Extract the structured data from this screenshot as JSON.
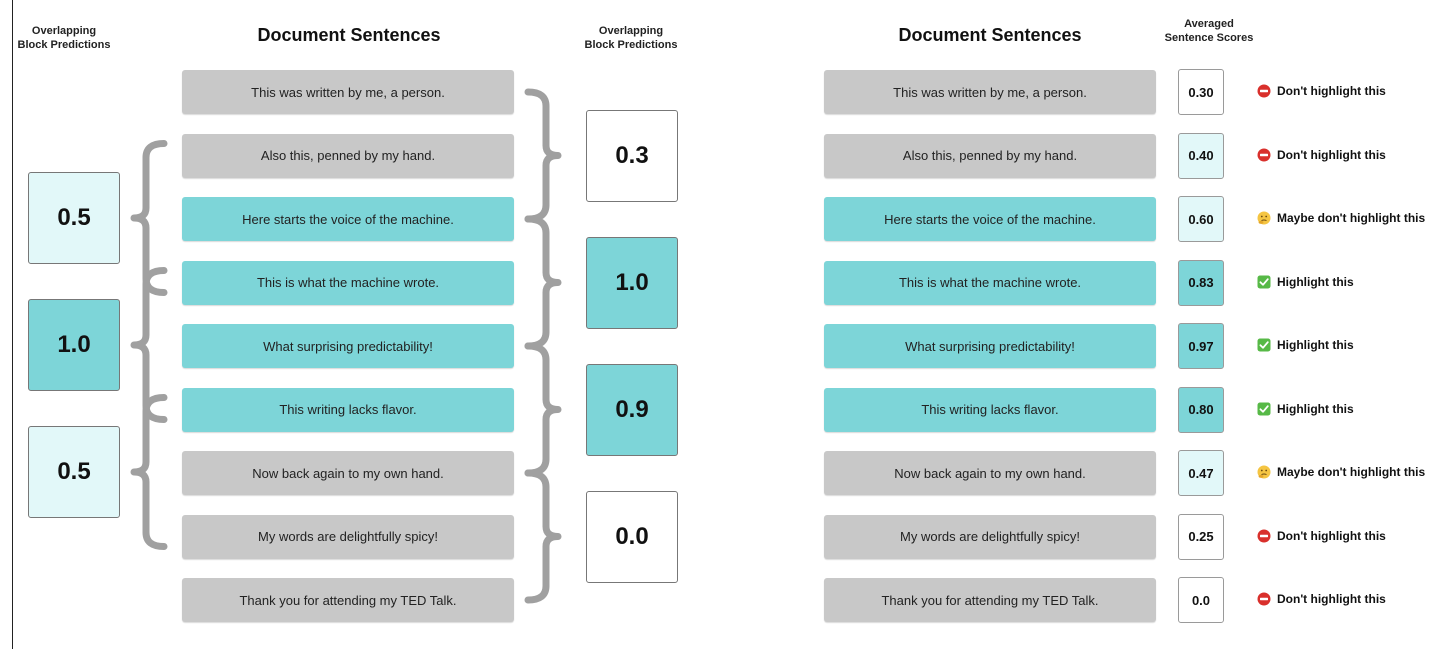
{
  "left_panel": {
    "left_block_header": "Overlapping\nBlock Predictions",
    "sentences_header": "Document Sentences",
    "right_block_header": "Overlapping\nBlock Predictions",
    "sentences": [
      {
        "text": "This was written by me, a person.",
        "kind": "gray"
      },
      {
        "text": "Also this, penned by my hand.",
        "kind": "gray"
      },
      {
        "text": "Here starts the voice of the machine.",
        "kind": "teal"
      },
      {
        "text": "This is what the machine wrote.",
        "kind": "teal"
      },
      {
        "text": "What surprising predictability!",
        "kind": "teal"
      },
      {
        "text": "This writing lacks flavor.",
        "kind": "teal"
      },
      {
        "text": "Now back again to my own hand.",
        "kind": "gray"
      },
      {
        "text": "My words are delightfully spicy!",
        "kind": "gray"
      },
      {
        "text": "Thank you for attending my TED Talk.",
        "kind": "gray"
      }
    ],
    "left_blocks": [
      {
        "value": "0.5",
        "fill": "#e2f8f9",
        "first_sentence": 1,
        "last_sentence": 3
      },
      {
        "value": "1.0",
        "fill": "#7dd5d8",
        "first_sentence": 3,
        "last_sentence": 5
      },
      {
        "value": "0.5",
        "fill": "#e2f8f9",
        "first_sentence": 5,
        "last_sentence": 7
      }
    ],
    "right_blocks": [
      {
        "value": "0.3",
        "fill": "#ffffff",
        "first_sentence": 0,
        "last_sentence": 2
      },
      {
        "value": "1.0",
        "fill": "#7dd5d8",
        "first_sentence": 2,
        "last_sentence": 4
      },
      {
        "value": "0.9",
        "fill": "#7dd5d8",
        "first_sentence": 4,
        "last_sentence": 6
      },
      {
        "value": "0.0",
        "fill": "#ffffff",
        "first_sentence": 6,
        "last_sentence": 8
      }
    ]
  },
  "right_panel": {
    "sentences_header": "Document Sentences",
    "scores_header": "Averaged\nSentence Scores",
    "rows": [
      {
        "text": "This was written by me, a person.",
        "kind": "gray",
        "score": "0.30",
        "score_fill": "#ffffff",
        "verdict": "Don't highlight this",
        "icon": "no-entry-icon"
      },
      {
        "text": "Also this, penned by my hand.",
        "kind": "gray",
        "score": "0.40",
        "score_fill": "#e2f8f9",
        "verdict": "Don't highlight this",
        "icon": "no-entry-icon"
      },
      {
        "text": "Here starts the voice of the machine.",
        "kind": "teal",
        "score": "0.60",
        "score_fill": "#e2f8f9",
        "verdict": "Maybe don't highlight this",
        "icon": "thinking-face-icon"
      },
      {
        "text": "This is what the machine wrote.",
        "kind": "teal",
        "score": "0.83",
        "score_fill": "#7dd5d8",
        "verdict": "Highlight this",
        "icon": "check-mark-icon"
      },
      {
        "text": "What surprising predictability!",
        "kind": "teal",
        "score": "0.97",
        "score_fill": "#7dd5d8",
        "verdict": "Highlight this",
        "icon": "check-mark-icon"
      },
      {
        "text": "This writing lacks flavor.",
        "kind": "teal",
        "score": "0.80",
        "score_fill": "#7dd5d8",
        "verdict": "Highlight this",
        "icon": "check-mark-icon"
      },
      {
        "text": "Now back again to my own hand.",
        "kind": "gray",
        "score": "0.47",
        "score_fill": "#e2f8f9",
        "verdict": "Maybe don't highlight this",
        "icon": "thinking-face-icon"
      },
      {
        "text": "My words are delightfully spicy!",
        "kind": "gray",
        "score": "0.25",
        "score_fill": "#ffffff",
        "verdict": "Don't highlight this",
        "icon": "no-entry-icon"
      },
      {
        "text": "Thank you for attending my TED Talk.",
        "kind": "gray",
        "score": "0.0",
        "score_fill": "#ffffff",
        "verdict": "Don't highlight this",
        "icon": "no-entry-icon"
      }
    ]
  },
  "colors": {
    "sentence_gray": "#c8c8c8",
    "sentence_teal": "#7dd5d8",
    "light_teal": "#e2f8f9",
    "brace": "#a0a0a0"
  }
}
